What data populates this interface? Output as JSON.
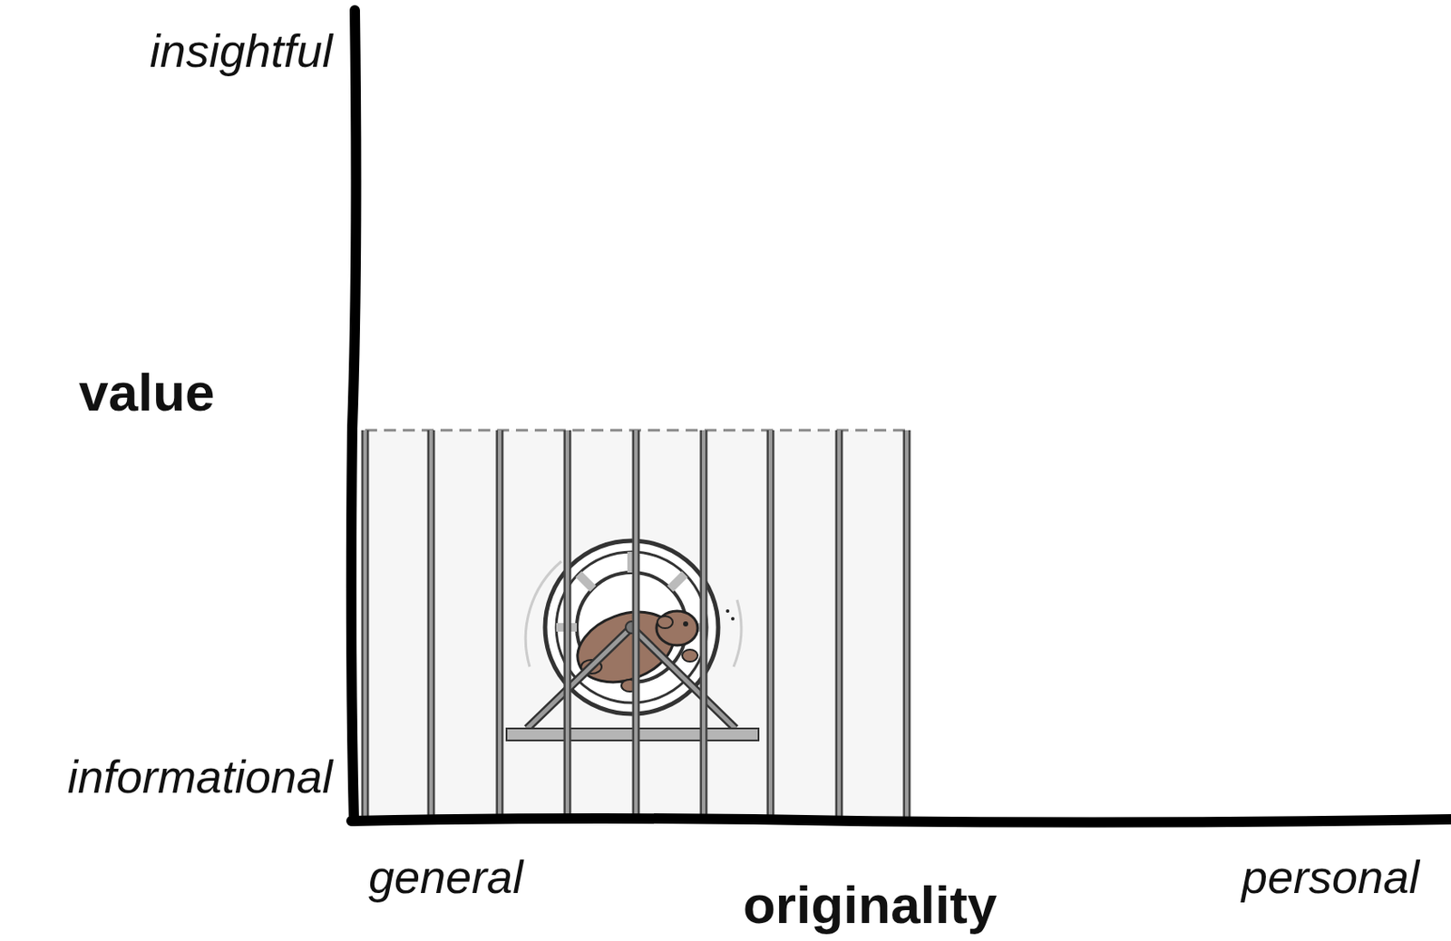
{
  "diagram": {
    "labels": [
      "insightful",
      "value",
      "informational",
      "general",
      "originality",
      "personal"
    ]
  }
}
